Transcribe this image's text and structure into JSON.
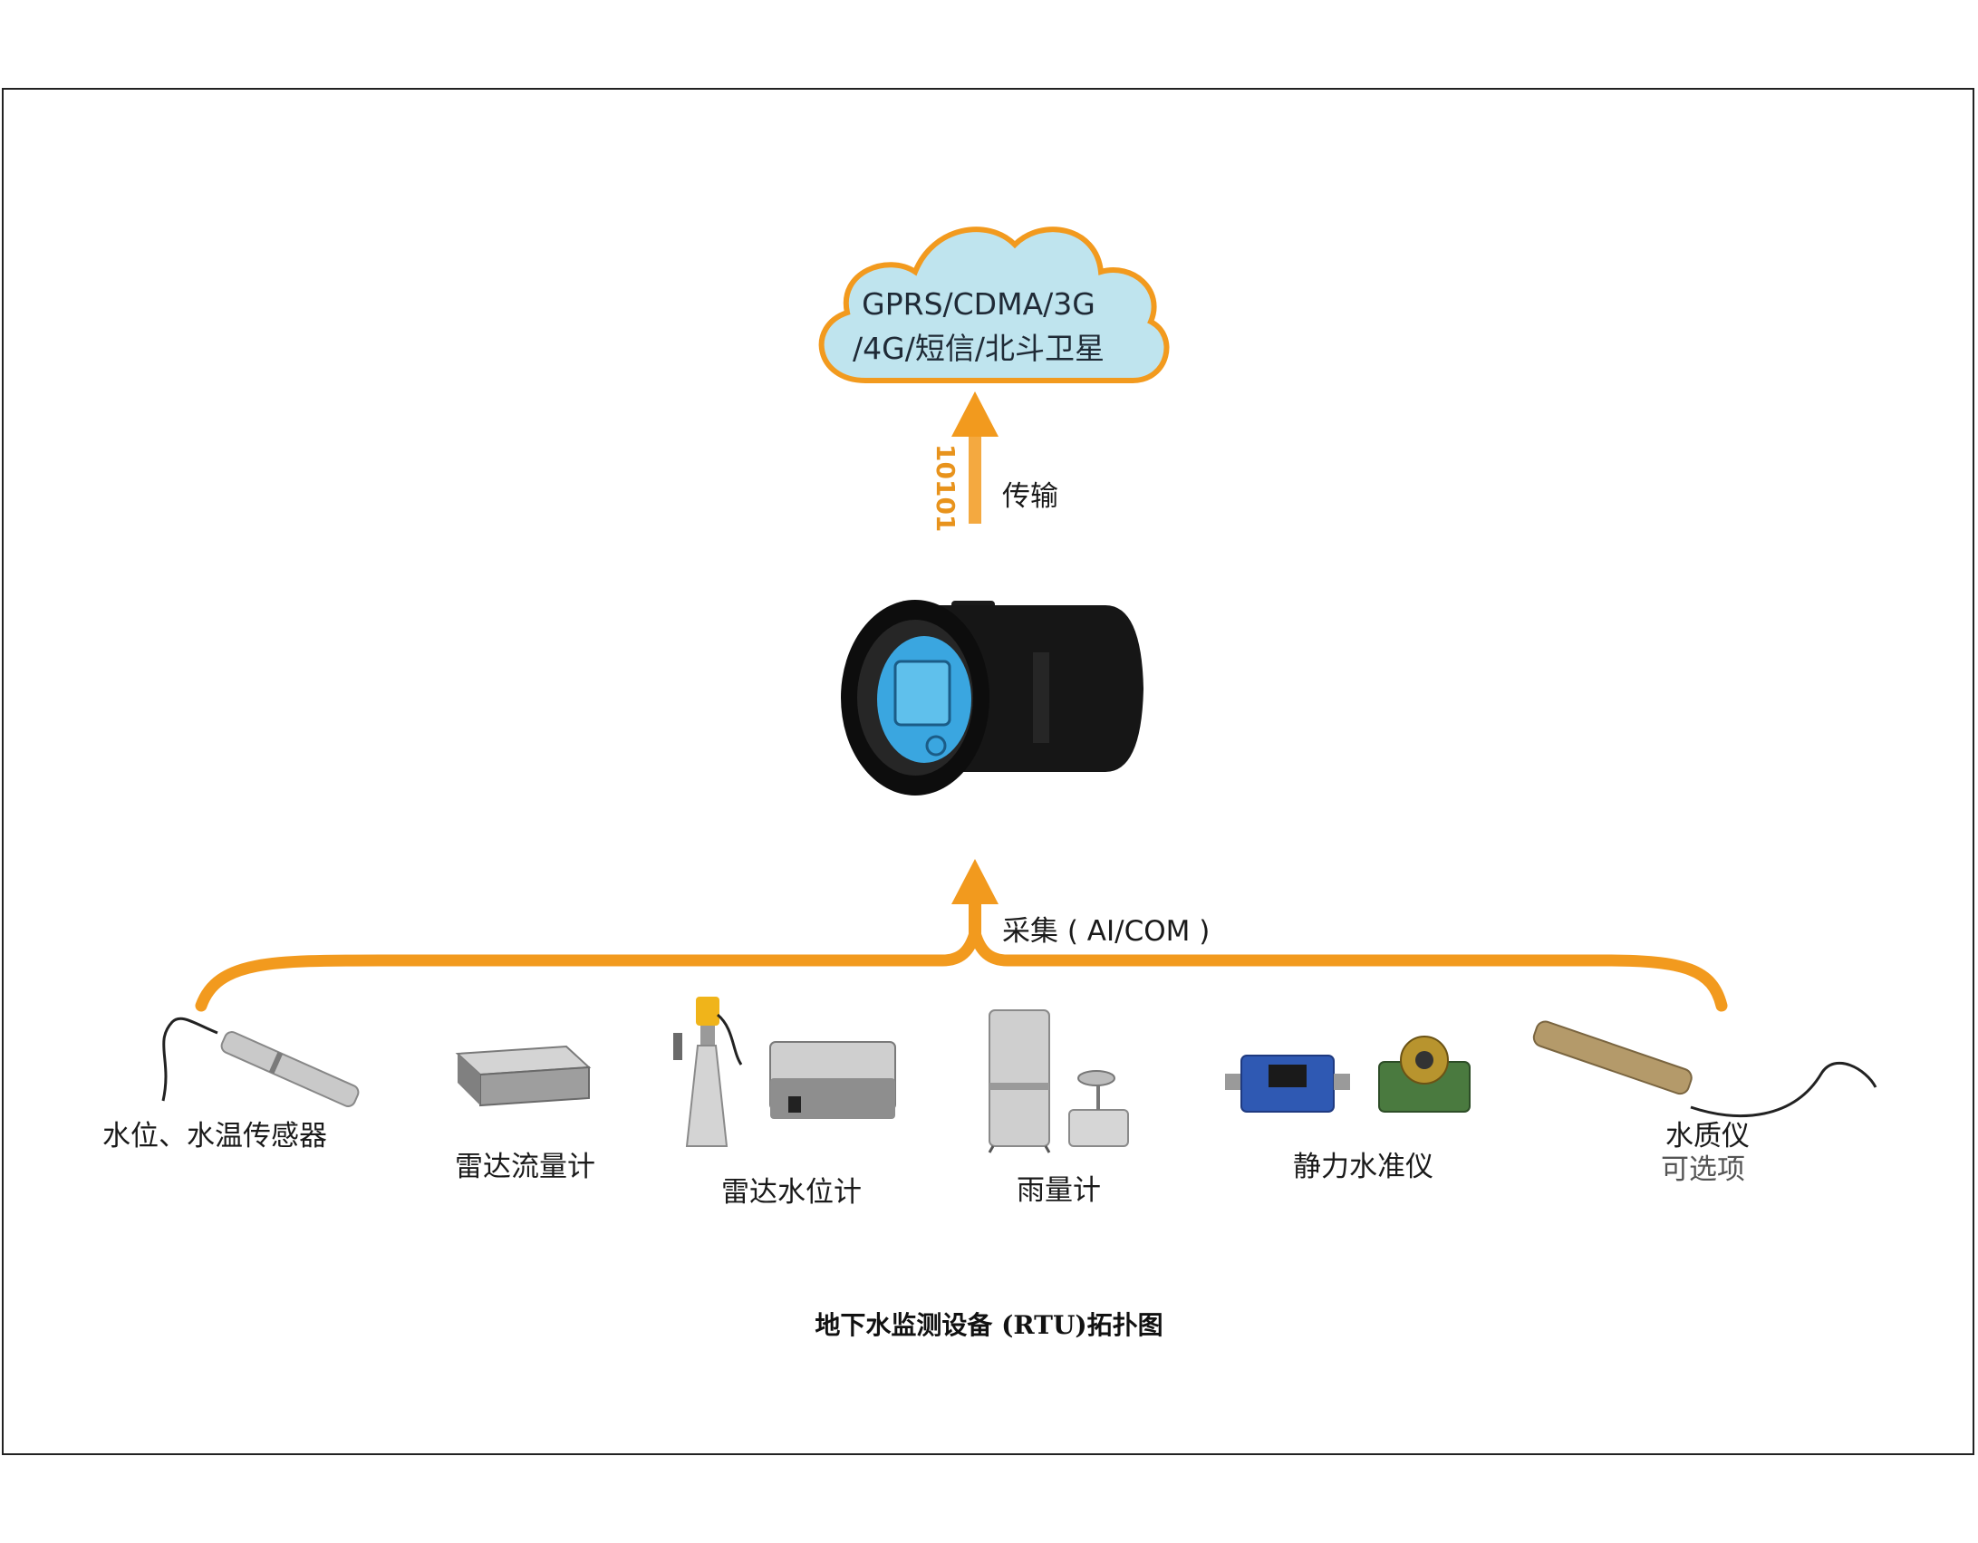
{
  "cloud": {
    "line1": "GPRS/CDMA/3G",
    "line2": "/4G/短信/北斗卫星"
  },
  "transmit": {
    "bits": "10101",
    "label": "传输"
  },
  "collect": {
    "label": "采集 ( AI/COM )"
  },
  "devices": [
    {
      "label": "水位、水温传感器"
    },
    {
      "label": "雷达流量计"
    },
    {
      "label": "雷达水位计"
    },
    {
      "label": "雨量计"
    },
    {
      "label": "静力水准仪"
    },
    {
      "label": "水质仪",
      "note": "可选项"
    }
  ],
  "caption": "地下水监测设备 (RTU)拓扑图",
  "colors": {
    "accent": "#f29a1e",
    "cloud_fill": "#bfe4ee",
    "device_body": "#111111",
    "screen": "#3aa6e0"
  }
}
